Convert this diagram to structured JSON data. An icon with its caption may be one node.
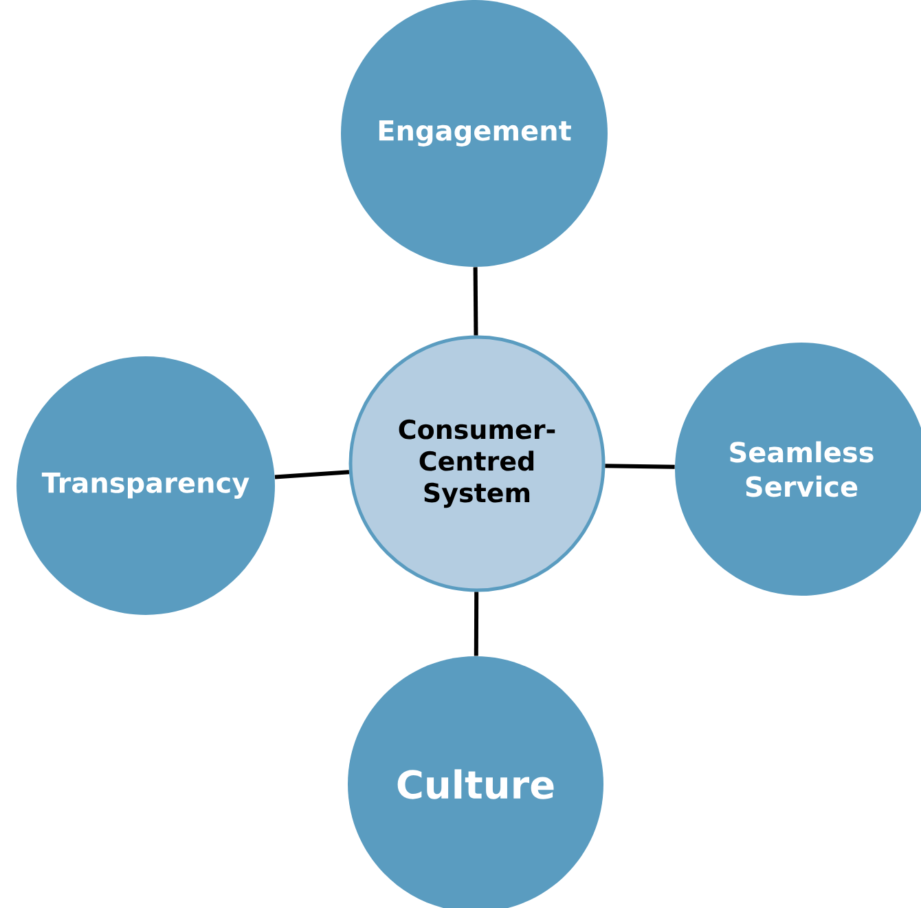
{
  "diagram": {
    "nodes": [
      {
        "text": [
          "Consumer-Centred System"
        ]
      },
      {
        "text": [
          "Engagement"
        ]
      },
      {
        "text": [
          "Transparency"
        ]
      },
      {
        "text": [
          "Seamless Service"
        ]
      },
      {
        "text": [
          "Culture"
        ]
      }
    ],
    "edges": [
      {
        "from": 0,
        "to": 1,
        "arrow": "none"
      },
      {
        "from": 0,
        "to": 2,
        "arrow": "none"
      },
      {
        "from": 0,
        "to": 3,
        "arrow": "none"
      },
      {
        "from": 0,
        "to": 4,
        "arrow": "none"
      }
    ]
  }
}
